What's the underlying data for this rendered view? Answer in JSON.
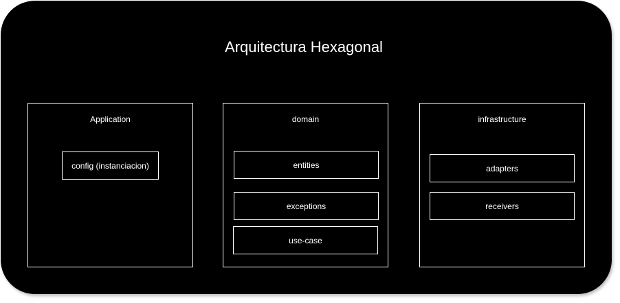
{
  "diagram": {
    "title": "Arquitectura Hexagonal",
    "panels": {
      "application": {
        "label": "Application",
        "items": [
          "config (instanciacion)"
        ]
      },
      "domain": {
        "label": "domain",
        "items": [
          "entities",
          "exceptions",
          "use-case"
        ]
      },
      "infrastructure": {
        "label": "infrastructure",
        "items": [
          "adapters",
          "receivers"
        ]
      }
    }
  }
}
